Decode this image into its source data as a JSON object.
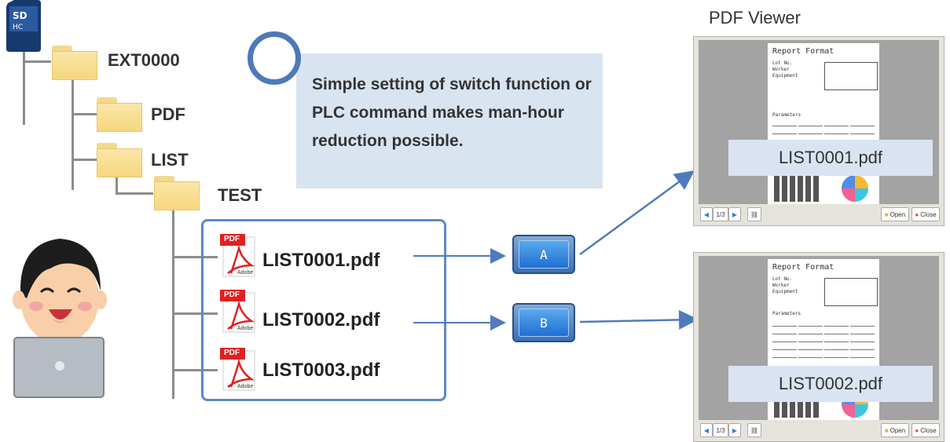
{
  "tree": {
    "folders": [
      "EXT0000",
      "PDF",
      "LIST",
      "TEST"
    ],
    "files": [
      "LIST0001.pdf",
      "LIST0002.pdf",
      "LIST0003.pdf"
    ],
    "pdf_icon_label": "PDF",
    "adobe_label": "Adobe"
  },
  "callout": {
    "text": "Simple setting of switch function or PLC command makes man-hour reduction possible."
  },
  "switches": {
    "a": "A",
    "b": "B"
  },
  "viewer": {
    "title": "PDF Viewer",
    "report_title": "Report Format",
    "lot_label": "Lot No.",
    "worker_label": "Worker",
    "equipment_label": "Equipment",
    "parameters_label": "Parameters",
    "page_indicator": "1/3",
    "open_label": "Open",
    "close_label": "Close",
    "file_1": "LIST0001.pdf",
    "file_2": "LIST0002.pdf"
  },
  "colors": {
    "accent": "#4d79b8",
    "callout_bg": "#d9e4f1",
    "folder": "#f5d77e"
  }
}
